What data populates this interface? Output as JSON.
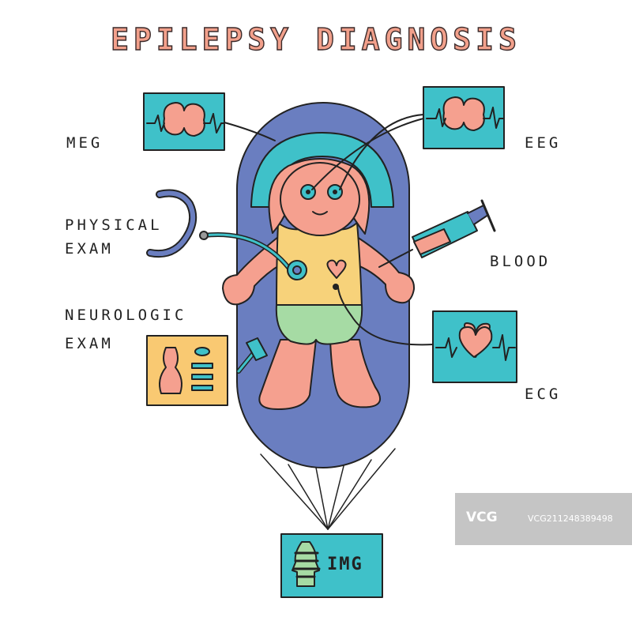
{
  "title": "EPILEPSY DIAGNOSIS",
  "labels": {
    "meg": "MEG",
    "eeg": "EEG",
    "physical_exam_line1": "PHYSICAL",
    "physical_exam_line2": "EXAM",
    "blood": "BLOOD",
    "neurologic_exam_line1": "NEUROLOGIC",
    "neurologic_exam_line2": "EXAM",
    "ecg": "ECG",
    "img": "IMG"
  },
  "watermark": {
    "logo": "VCG",
    "id": "VCG211248389498"
  },
  "colors": {
    "title": "#f2a08b",
    "bed": "#6a7ec0",
    "monitor": "#3fc1c9",
    "skin": "#f5a08f",
    "shirt": "#f7d27a",
    "pants": "#a6dba4",
    "panel_orange": "#f9c972"
  }
}
